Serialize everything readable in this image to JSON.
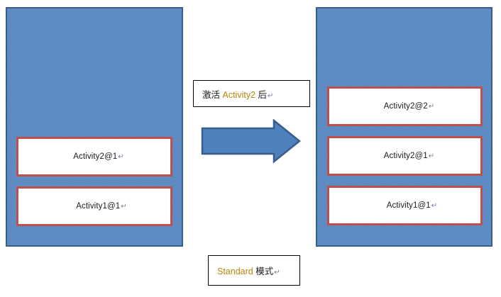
{
  "diagram": {
    "title_hidden": "",
    "colors": {
      "stack_fill": "#4f81bd",
      "stack_border": "#385d8a",
      "activity_border": "#c0504d",
      "activity_fill": "#ffffff",
      "arrow_fill": "#4f81bd",
      "arrow_border": "#385d8a",
      "caption_border": "#000000",
      "text": "#1a1a1a"
    },
    "left_stack": {
      "name": "before-task-stack",
      "activities": [
        {
          "label": "Activity2@1",
          "cr": "↵"
        },
        {
          "label": "Activity1@1",
          "cr": "↵"
        }
      ]
    },
    "right_stack": {
      "name": "after-task-stack",
      "activities": [
        {
          "label": "Activity2@2",
          "cr": "↵"
        },
        {
          "label": "Activity2@1",
          "cr": "↵"
        },
        {
          "label": "Activity1@1",
          "cr": "↵"
        }
      ]
    },
    "transition_caption": {
      "prefix": "激活 ",
      "emphasis": "Activity2",
      "suffix": " 后",
      "cr": "↵"
    },
    "mode_caption": {
      "emphasis": "Standard",
      "suffix": " 模式",
      "cr": "↵"
    },
    "arrow": {
      "name": "right-block-arrow",
      "direction": "right"
    }
  }
}
